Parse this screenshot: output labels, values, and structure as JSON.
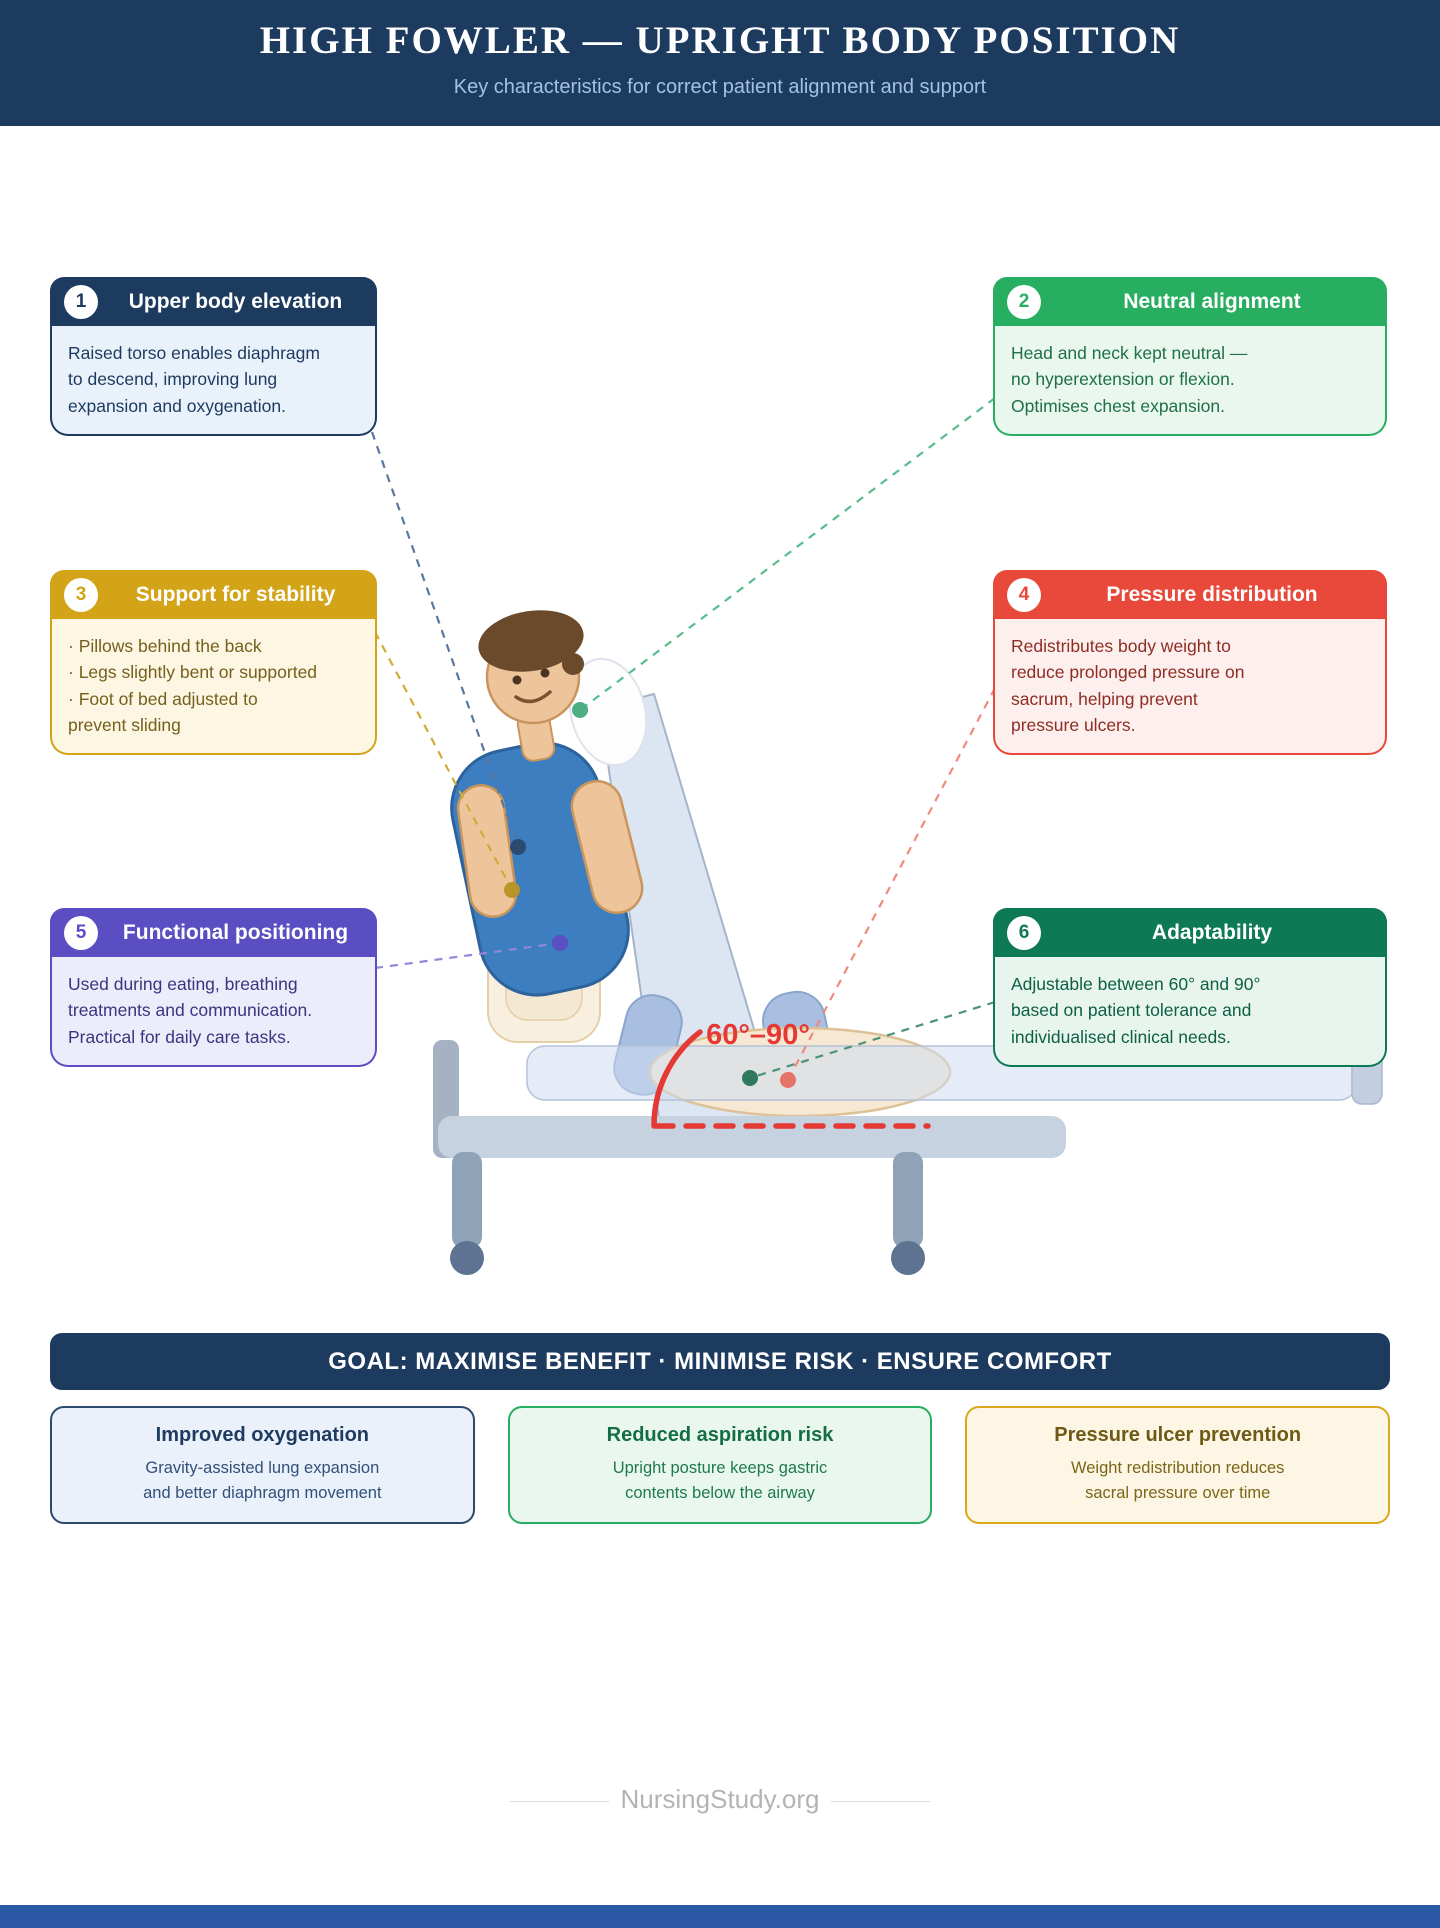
{
  "header": {
    "title": "HIGH FOWLER — UPRIGHT BODY POSITION",
    "subtitle": "Key characteristics for correct patient alignment and support"
  },
  "callouts": [
    {
      "number": "1",
      "title": "Upper body elevation",
      "body": "Raised torso enables diaphragm\nto descend, improving lung\nexpansion and oxygenation.",
      "accent": "#1d3a5f"
    },
    {
      "number": "2",
      "title": "Neutral alignment",
      "body": "Head and neck kept neutral —\nno hyperextension or flexion.\nOptimises chest expansion.",
      "accent": "#27ae60"
    },
    {
      "number": "3",
      "title": "Support for stability",
      "body": "· Pillows behind the back\n· Legs slightly bent or supported\n· Foot of bed adjusted to\nprevent sliding",
      "accent": "#d4a418"
    },
    {
      "number": "4",
      "title": "Pressure distribution",
      "body": "Redistributes body weight to\nreduce prolonged pressure on\nsacrum, helping prevent\npressure ulcers.",
      "accent": "#e8493a"
    },
    {
      "number": "5",
      "title": "Functional positioning",
      "body": "Used during eating, breathing\ntreatments and communication.\nPractical for daily care tasks.",
      "accent": "#5a4ec2"
    },
    {
      "number": "6",
      "title": "Adaptability",
      "body": "Adjustable between 60° and 90°\nbased on patient tolerance and\nindividualised clinical needs.",
      "accent": "#0e7a55"
    }
  ],
  "diagram": {
    "angle_label": "60°–90°",
    "angle_color": "#e53935"
  },
  "goal_banner": {
    "text": "GOAL: MAXIMISE BENEFIT · MINIMISE RISK · ENSURE COMFORT"
  },
  "benefits": [
    {
      "title": "Improved oxygenation",
      "body": "Gravity-assisted lung expansion\nand better diaphragm movement",
      "accent": "#1d3a5f"
    },
    {
      "title": "Reduced aspiration risk",
      "body": "Upright posture keeps gastric\ncontents below the airway",
      "accent": "#27ae60"
    },
    {
      "title": "Pressure ulcer prevention",
      "body": "Weight redistribution reduces\nsacral pressure over time",
      "accent": "#d4a418"
    }
  ],
  "footer": {
    "site": "NursingStudy.org"
  }
}
